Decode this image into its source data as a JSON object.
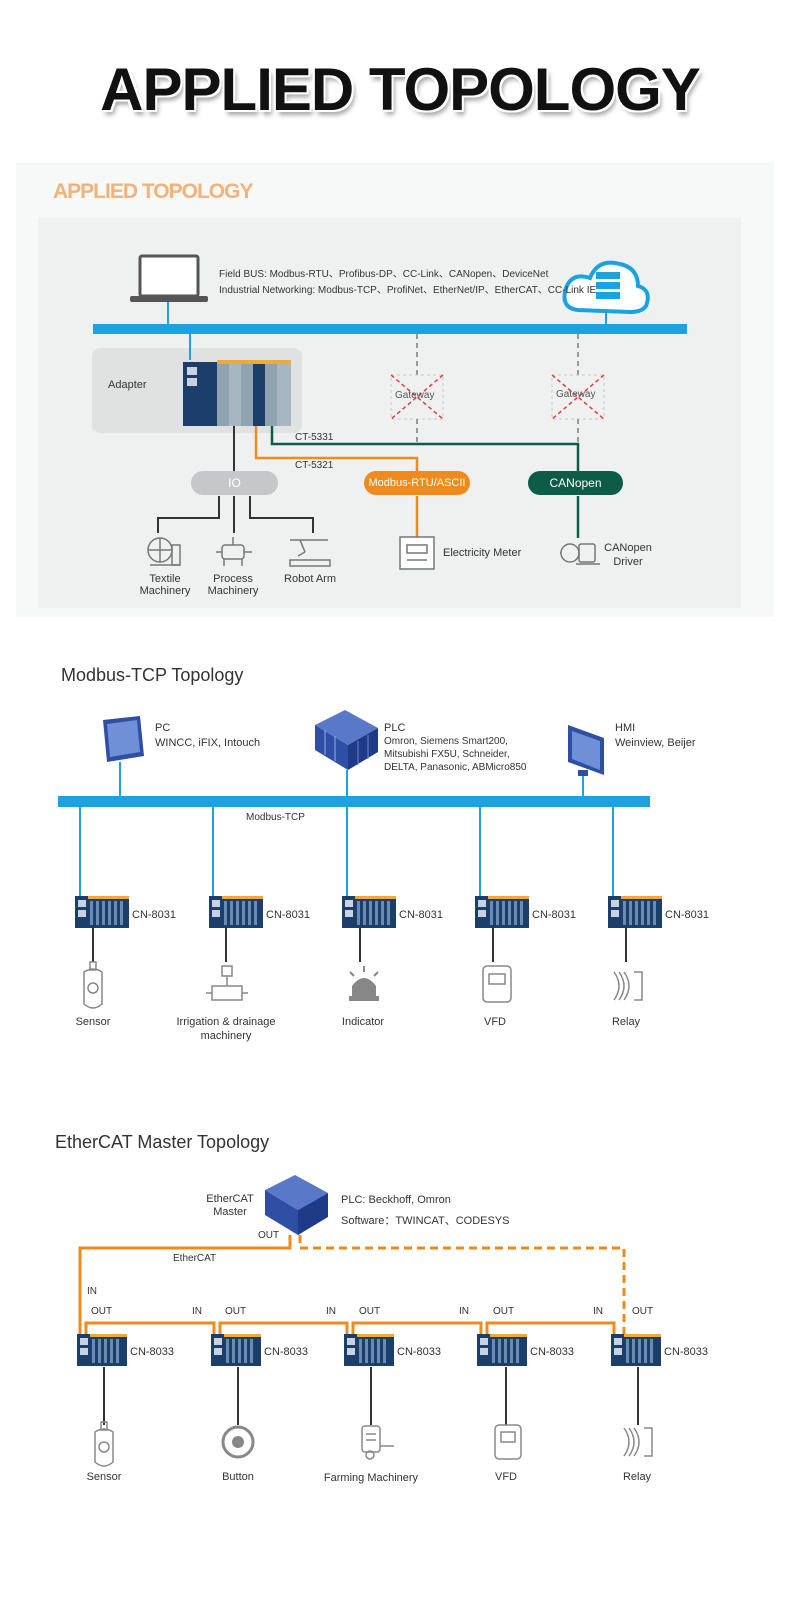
{
  "page_title": "APPLIED TOPOLOGY",
  "section1": {
    "subtitle": "APPLIED TOPOLOGY",
    "fieldbus_line1": "Field BUS: Modbus-RTU、Profibus-DP、CC-Link、CANopen、DeviceNet",
    "fieldbus_line2": "Industrial Networking: Modbus-TCP、ProfiNet、EtherNet/IP、EtherCAT、CC-Link IE",
    "adapter_label": "Adapter",
    "gateway1_label": "Gateway",
    "gateway2_label": "Gateway",
    "ct5331_label": "CT-5331",
    "ct5321_label": "CT-5321",
    "io_label": "IO",
    "modbus_rtu_label": "Modbus-RTU/ASCII",
    "canopen_label": "CANopen",
    "textile_label1": "Textile",
    "textile_label2": "Machinery",
    "process_label1": "Process",
    "process_label2": "Machinery",
    "robot_label": "Robot Arm",
    "meter_label": "Electricity Meter",
    "canopen_driver_label1": "CANopen",
    "canopen_driver_label2": "Driver",
    "colors": {
      "bus": "#1aa3e0",
      "orange": "#f08a1c",
      "green": "#0d5c45",
      "io_gray": "#c5c7c9"
    }
  },
  "section2": {
    "title": "Modbus-TCP Topology",
    "pc_label": "PC",
    "pc_sub": "WINCC, iFIX, Intouch",
    "plc_label": "PLC",
    "plc_sub1": "Omron, Siemens Smart200,",
    "plc_sub2": "Mitsubishi FX5U, Schneider,",
    "plc_sub3": "DELTA, Panasonic, ABMicro850",
    "hmi_label": "HMI",
    "hmi_sub": "Weinview, Beijer",
    "bus_label": "Modbus-TCP",
    "module_name": "CN-8031",
    "devices": [
      "Sensor",
      "Irrigation & drainage",
      "Indicator",
      "VFD",
      "Relay"
    ],
    "device2_line2": "machinery"
  },
  "section3": {
    "title": "EtherCAT Master Topology",
    "master_label1": "EtherCAT",
    "master_label2": "Master",
    "plc_line": "PLC:  Beckhoff, Omron",
    "software_line": "Software：TWINCAT、CODESYS",
    "out_label": "OUT",
    "in_label": "IN",
    "ethercat_label": "EtherCAT",
    "module_name": "CN-8033",
    "devices": [
      "Sensor",
      "Button",
      "Farming Machinery",
      "VFD",
      "Relay"
    ]
  }
}
